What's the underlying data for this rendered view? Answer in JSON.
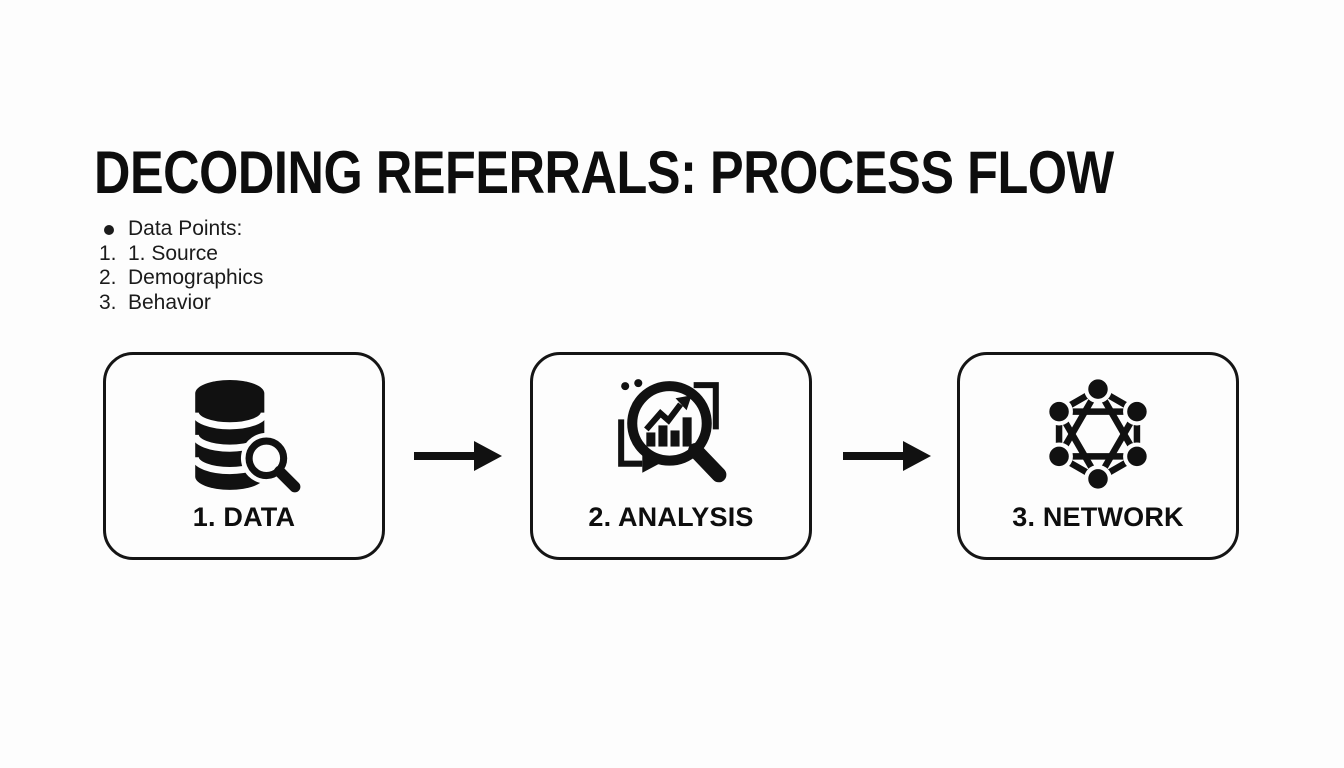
{
  "colors": {
    "background": "#fdfdfd",
    "ink": "#111111"
  },
  "header": {
    "title": "DECODING REFERRALS: PROCESS FLOW"
  },
  "notes": {
    "bullet_icon": "filled-circle",
    "heading": "Data Points:",
    "items": [
      {
        "marker": "1.",
        "label": "1. Source"
      },
      {
        "marker": "2.",
        "label": "Demographics"
      },
      {
        "marker": "3.",
        "label": "Behavior"
      }
    ]
  },
  "flow": {
    "connector_icon": "arrow-right",
    "steps": [
      {
        "label": "1. DATA",
        "icon": "database-search"
      },
      {
        "label": "2. ANALYSIS",
        "icon": "chart-magnifier"
      },
      {
        "label": "3. NETWORK",
        "icon": "network-graph"
      }
    ]
  }
}
